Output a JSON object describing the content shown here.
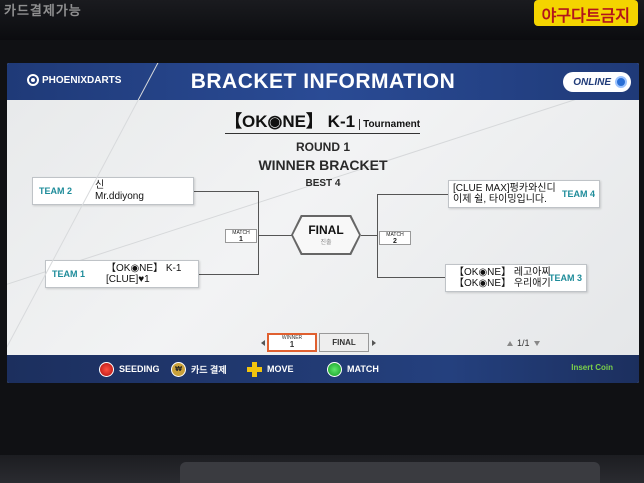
{
  "cabinet": {
    "sign_left": "카드결제가능",
    "sign_right": "야구다트금지"
  },
  "header": {
    "logo_text": "PHOENIXDARTS",
    "title": "BRACKET INFORMATION",
    "status": "ONLINE"
  },
  "tournament": {
    "name": "【OK◉NE】 K-1",
    "suffix": "Tournament",
    "round": "ROUND 1",
    "bracket": "WINNER BRACKET",
    "best_of": "BEST 4"
  },
  "teams": {
    "team2": {
      "label": "TEAM 2",
      "player1": "신",
      "player2": "Mr.ddiyong"
    },
    "team1": {
      "label": "TEAM 1",
      "player1": "【OK◉NE】 K-1",
      "player2": "[CLUE]♥1"
    },
    "team4": {
      "label": "TEAM 4",
      "player1": "[CLUE MAX]펑카와신디",
      "player2": "이제 쉴, 타이밍입니다."
    },
    "team3": {
      "label": "TEAM 3",
      "player1": "【OK◉NE】 레고아찌",
      "player2": "【OK◉NE】 우리애기"
    }
  },
  "matches": {
    "left": {
      "label": "MATCH",
      "number": "1"
    },
    "right": {
      "label": "MATCH",
      "number": "2"
    }
  },
  "final": {
    "title": "FINAL",
    "subtitle": "진출"
  },
  "tabs": {
    "winner_label": "WINNER",
    "winner_number": "1",
    "final_label": "FINAL"
  },
  "pager": {
    "text": "1/1"
  },
  "controls": {
    "seeding": "SEEDING",
    "card": "카드 결제",
    "move": "MOVE",
    "match": "MATCH",
    "insert_coin": "Insert Coin",
    "coin_symbol": "🂠"
  },
  "colors": {
    "header_blue": "#1f3a78",
    "team_label": "#1e8c9a",
    "winner_tab_border": "#e06030",
    "insert_coin": "#7bd14a"
  }
}
